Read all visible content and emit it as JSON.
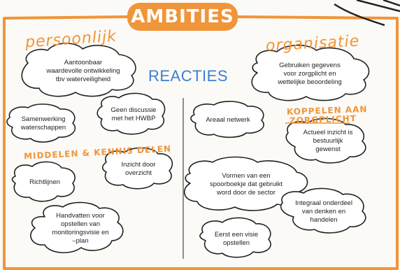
{
  "title": "AMBITIES",
  "subtitle": "REACTIES",
  "sections": {
    "persoonlijk": "persoonlijk",
    "organisatie": "organisatie",
    "middelen": "MIDDELEN & KENNIS DELEN",
    "koppelen_line1": "KOPPELEN AAN",
    "koppelen_line2": "ZORGPLICHT"
  },
  "notes": {
    "aantoonbaar": "Aantoonbaar\nwaardevolle ontwikkeling\ntbv waterveiligheid",
    "samenwerking": "Samenwerking\nwaterschappen",
    "geen_discussie": "Geen discussie\nmet het HWBP",
    "richtlijnen": "Richtlijnen",
    "inzicht": "Inzicht door\noverzicht",
    "handvatten": "Handvatten voor\nopstellen van\nmonitoringsvisie en\n–plan",
    "gebruiken": "Gebruiken gegevens\nvoor zorgplicht en\nwettelijke beoordeling",
    "areaal": "Areaal netwerk",
    "actueel": "Actueel inzicht is\nbestuurlijk\ngewenst",
    "vormen": "Vormen van een\nspoorboekje dat gebruikt\nword door de sector",
    "integraal": "Integraal onderdeel\nvan denken en\nhandelen",
    "eerst": "Eerst een visie\nopstellen"
  },
  "colors": {
    "accent": "#f0953a",
    "blue": "#3b7fd2",
    "ink": "#222222"
  }
}
